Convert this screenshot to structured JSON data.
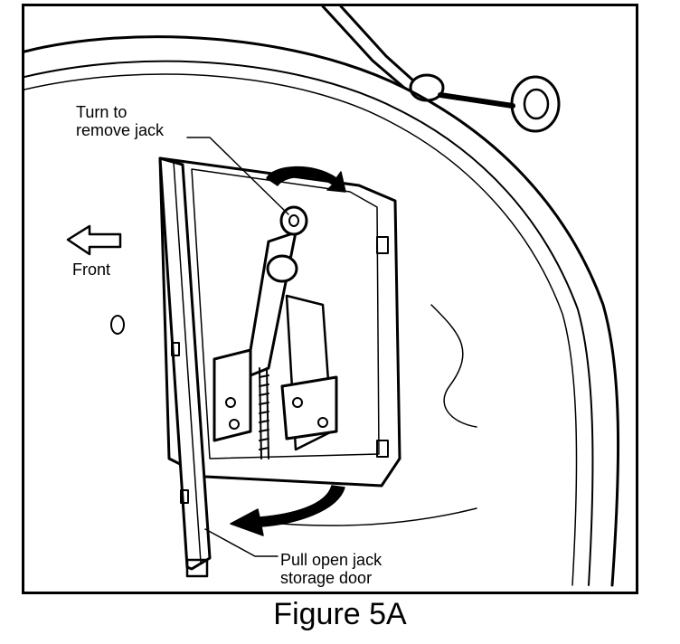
{
  "figure": {
    "caption": "Figure 5A",
    "labels": {
      "turn_line1": "Turn to",
      "turn_line2": "remove jack",
      "front": "Front",
      "pull_line1": "Pull open jack",
      "pull_line2": "storage door"
    }
  },
  "colors": {
    "ink": "#000000",
    "paper": "#ffffff"
  }
}
